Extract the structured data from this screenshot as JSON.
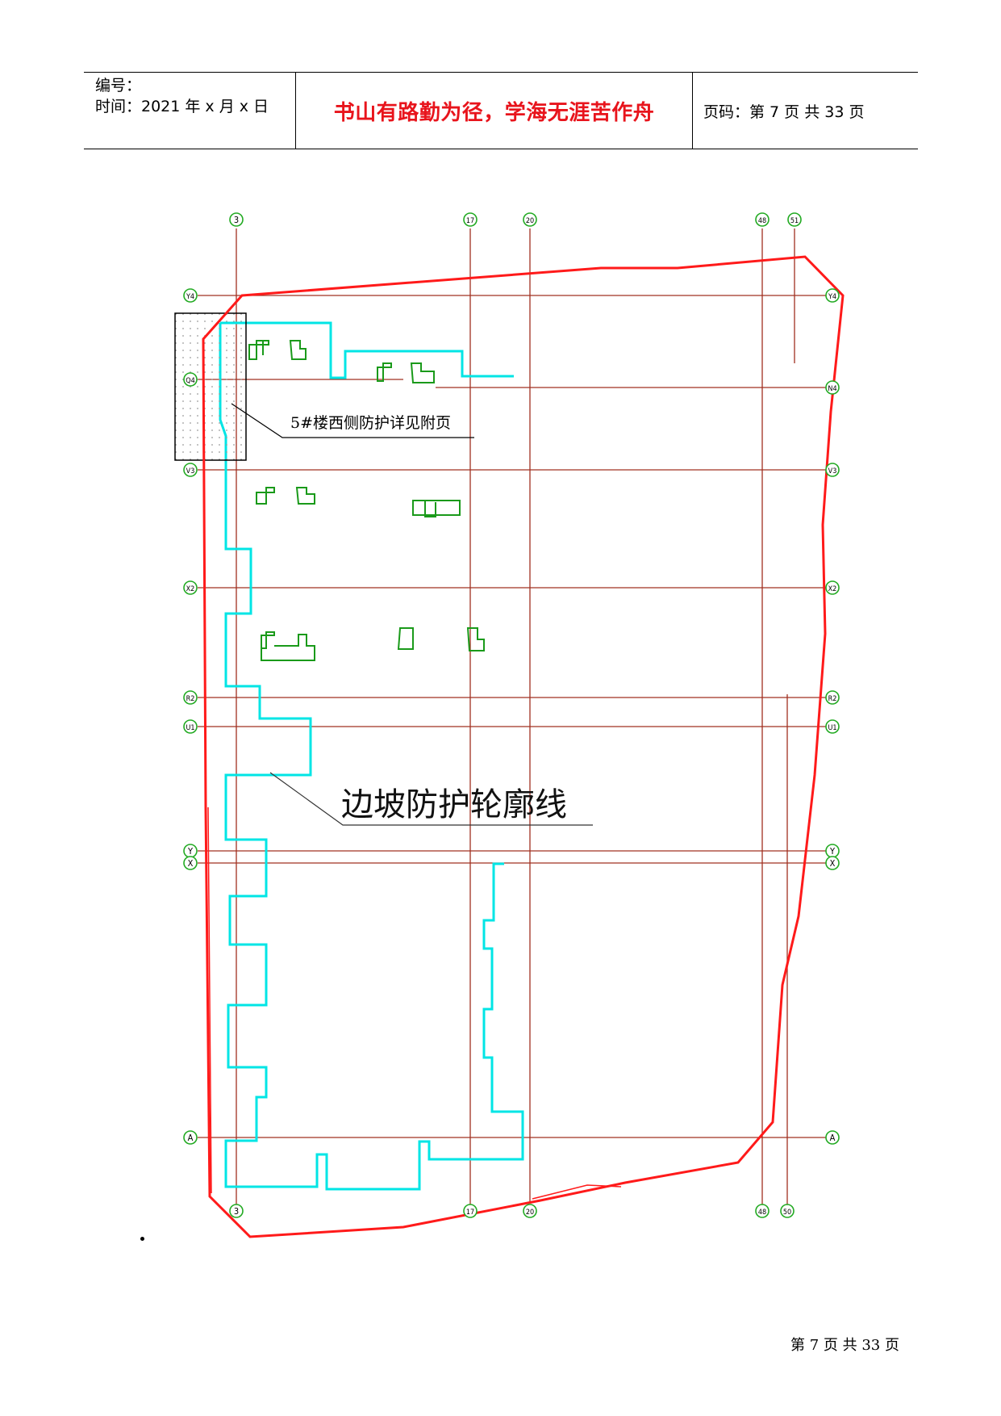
{
  "header": {
    "number_label": "编号：",
    "time_line": "时间：2021 年 x 月 x 日",
    "motto": "书山有路勤为径，学海无涯苦作舟",
    "page_info": "页码：第 7 页  共 33 页"
  },
  "drawing": {
    "axes_top": [
      "3",
      "17",
      "20",
      "48",
      "51"
    ],
    "axes_bottom": [
      "3",
      "17",
      "20",
      "48",
      "50"
    ],
    "axes_left": [
      "Y4",
      "Q4",
      "V3",
      "X2",
      "R2",
      "U1",
      "Y",
      "X",
      "A"
    ],
    "axes_right": [
      "Y4",
      "N4",
      "V3",
      "X2",
      "R2",
      "U1",
      "Y",
      "X",
      "A"
    ],
    "note_west": "5#楼西侧防护详见附页",
    "note_slope": "边坡防护轮廓线",
    "colors": {
      "boundary": "#ff1a1a",
      "slope_outline": "#00e5e5",
      "grid_line": "#a03020",
      "axis_bubble": "#22aa22",
      "building": "#1a9a1a"
    }
  },
  "footer": {
    "text": "第 7 页 共 33 页"
  }
}
